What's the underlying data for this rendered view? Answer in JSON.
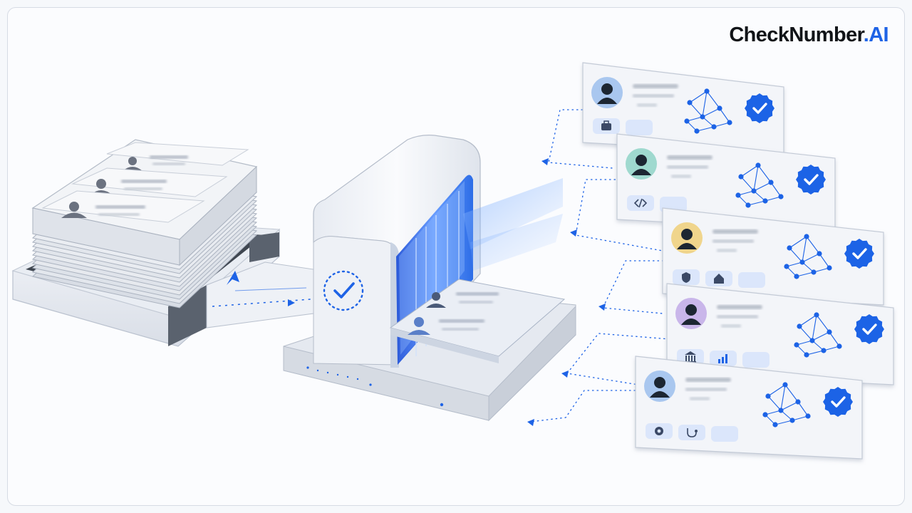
{
  "brand": {
    "name_main": "CheckNumber",
    "name_accent": ".AI",
    "accent_color": "#1e63e6",
    "text_color": "#111418"
  },
  "palette": {
    "primary_blue": "#1e63e6",
    "card_bg": "#f3f5f9",
    "machine_body": "#eef1f6",
    "scan_glow": "#3b7bff"
  },
  "scene": {
    "stack_label": "resume-stack",
    "scanner_check_icon": "check-circle-icon",
    "verified_badge_icon": "verified-badge-icon",
    "network_icon": "network-graph-icon"
  },
  "profiles": [
    {
      "avatar_bg": "#a9c7ef",
      "tags": [
        "briefcase-icon",
        "blank"
      ]
    },
    {
      "avatar_bg": "#9fd9cf",
      "tags": [
        "code-icon",
        "blank"
      ]
    },
    {
      "avatar_bg": "#f0d58c",
      "tags": [
        "shield-icon",
        "home-icon",
        "blank"
      ]
    },
    {
      "avatar_bg": "#c9b6ea",
      "tags": [
        "bank-icon",
        "chart-icon",
        "blank"
      ]
    },
    {
      "avatar_bg": "#a9c7ef",
      "tags": [
        "gear-icon",
        "stethoscope-icon",
        "blank"
      ]
    }
  ]
}
